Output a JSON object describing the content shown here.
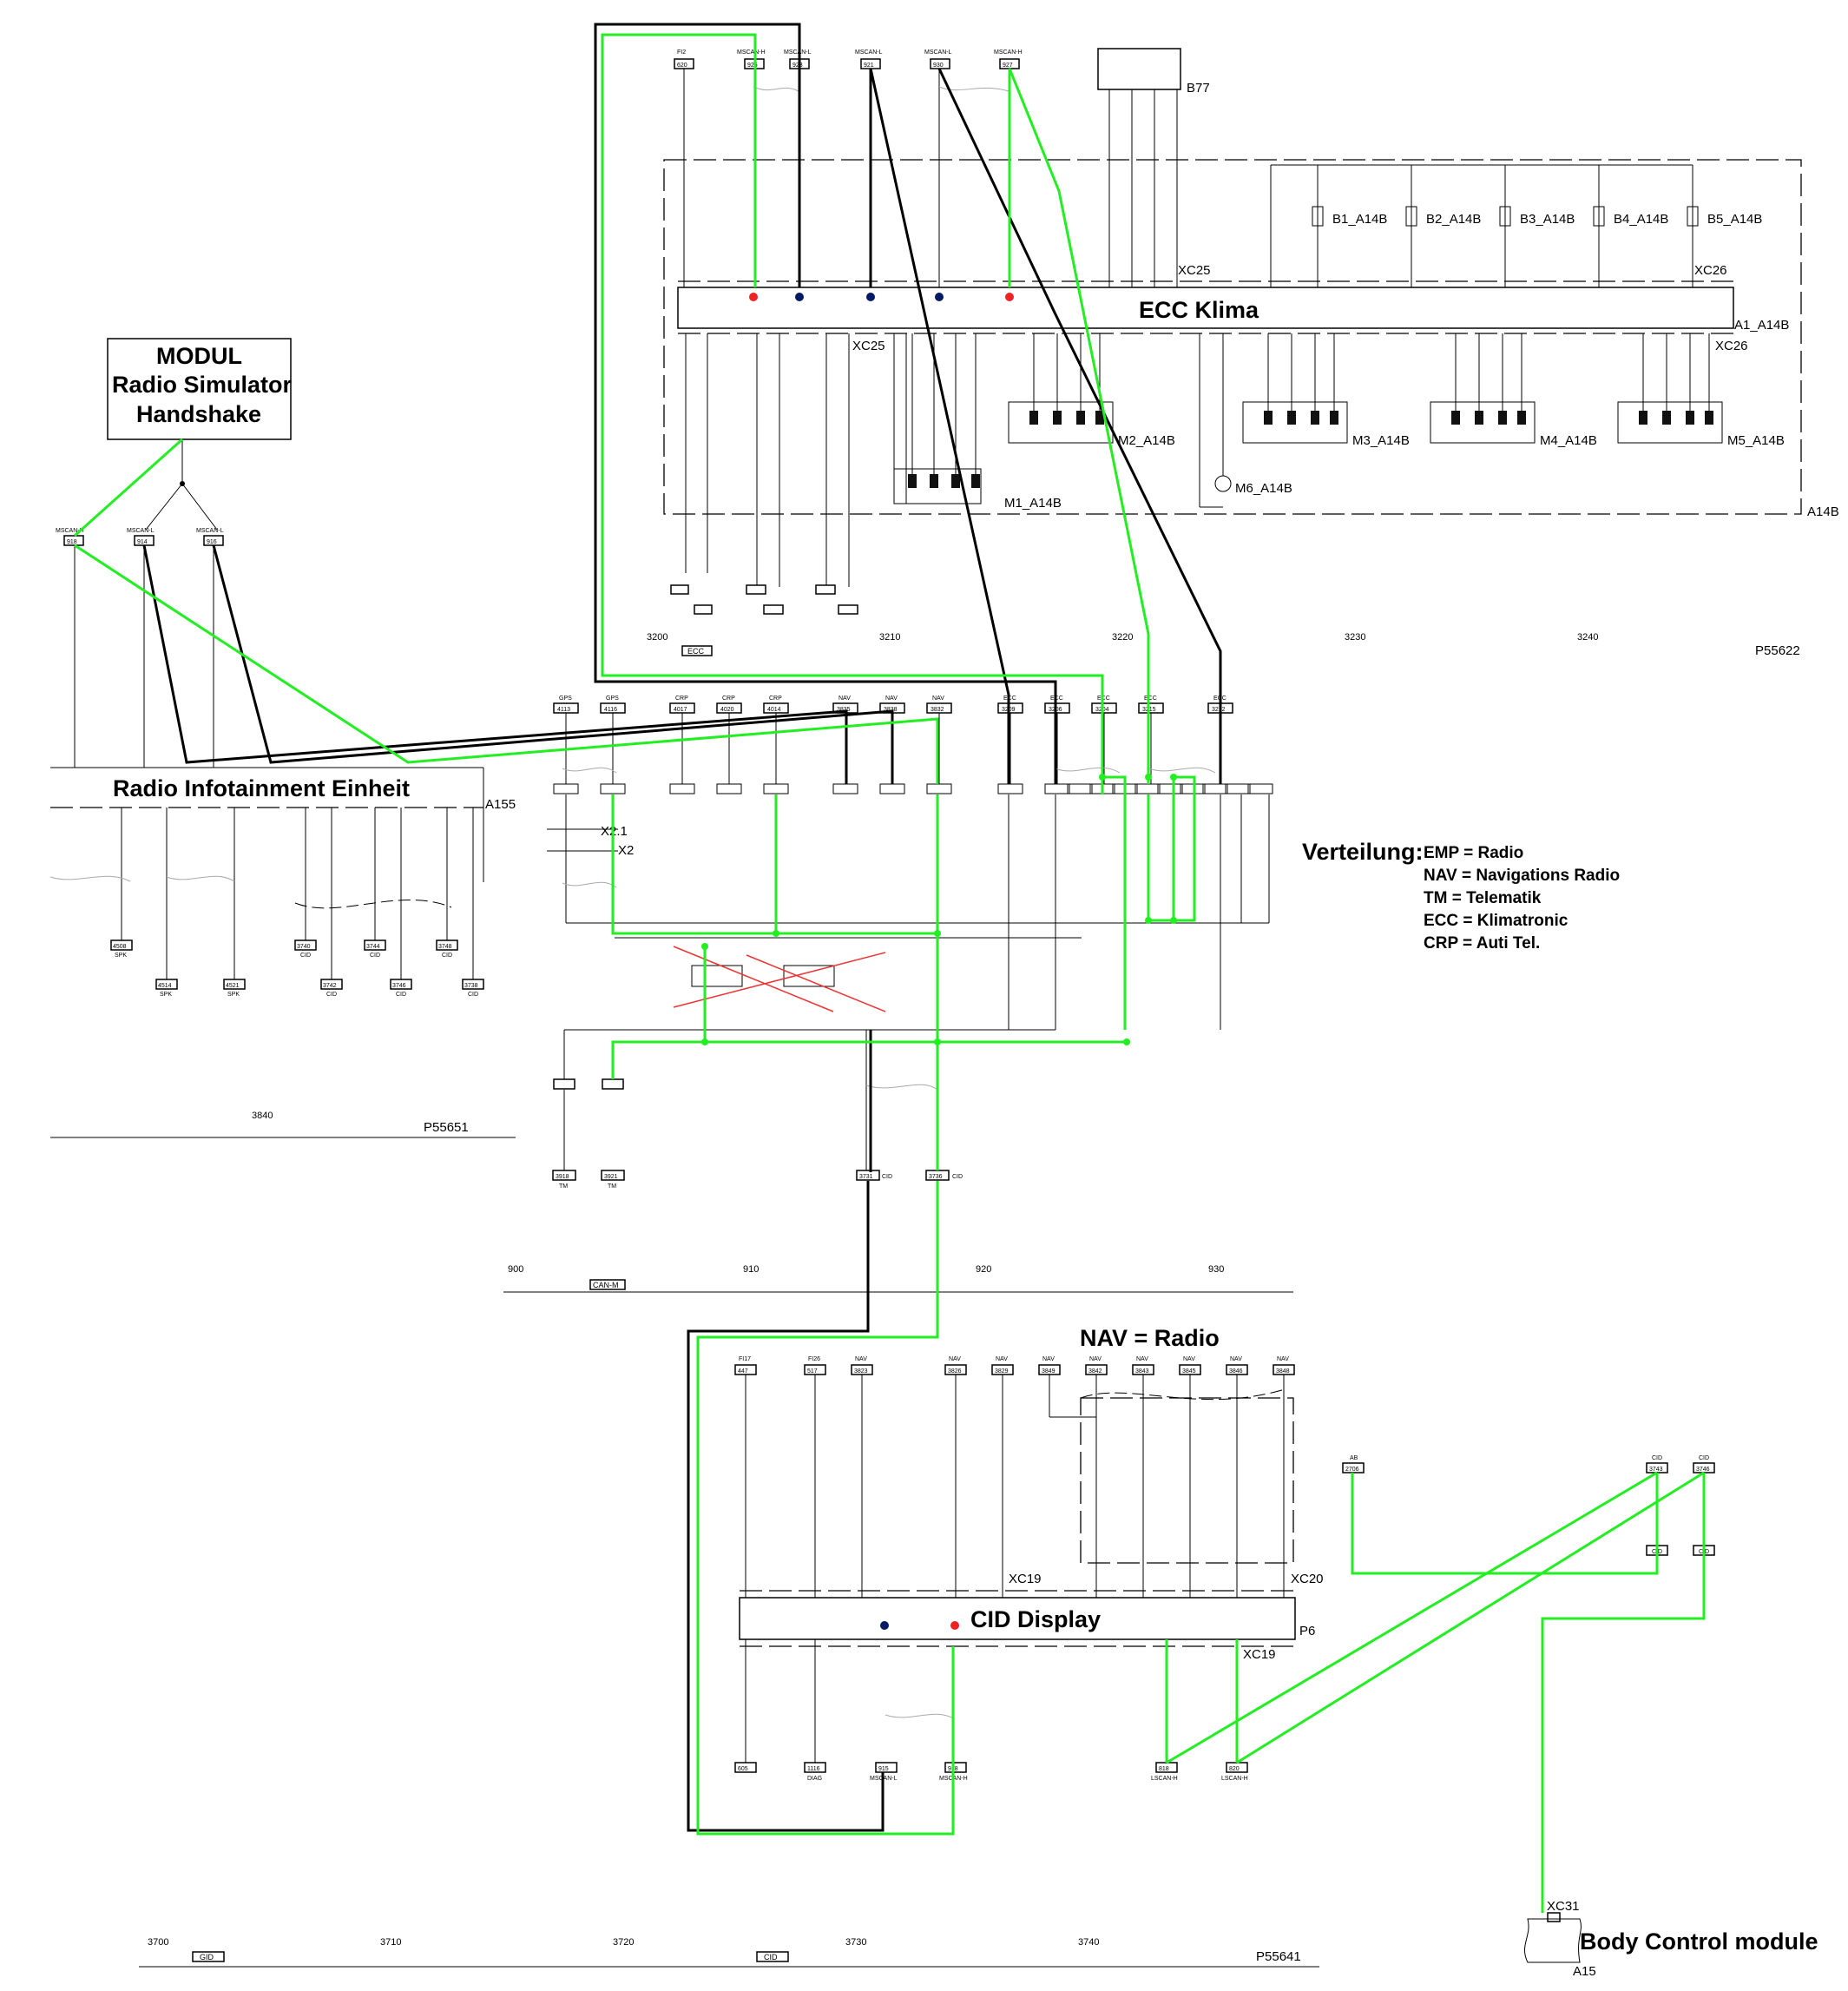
{
  "blocks": {
    "modul_line1": "MODUL",
    "modul_line2": "Radio Simulator",
    "modul_line3": "Handshake",
    "ecc": "ECC Klima",
    "radio": "Radio Infotainment Einheit",
    "nav_radio": "NAV = Radio",
    "cid": "CID Display",
    "bcm": "Body Control module"
  },
  "legend": {
    "title": "Verteilung:",
    "items": [
      "EMP = Radio",
      "NAV = Navigations Radio",
      "TM = Telematik",
      "ECC = Klimatronic",
      "CRP = Auti Tel."
    ]
  },
  "refs": {
    "a14b": "A14B",
    "a1_a14b": "A1_A14B",
    "b77": "B77",
    "xc25": "XC25",
    "xc26": "XC26",
    "a155": "A155",
    "p6": "P6",
    "xc19": "XC19",
    "xc20": "XC20",
    "xc31": "XC31",
    "a15": "A15",
    "x2_1": "X2.1",
    "x2": "X2"
  },
  "sensors": [
    "B1_A14B",
    "B2_A14B",
    "B3_A14B",
    "B4_A14B",
    "B5_A14B"
  ],
  "motors": [
    "M1_A14B",
    "M2_A14B",
    "M3_A14B",
    "M4_A14B",
    "M5_A14B",
    "M6_A14B"
  ],
  "connectors_top": [
    {
      "label": "FI2",
      "num": "620"
    },
    {
      "label": "MSCAN-H",
      "num": "926"
    },
    {
      "label": "MSCAN-L",
      "num": "923"
    },
    {
      "label": "MSCAN-L",
      "num": "921"
    },
    {
      "label": "MSCAN-L",
      "num": "930"
    },
    {
      "label": "MSCAN-H",
      "num": "927"
    }
  ],
  "connectors_modul": [
    {
      "label": "MSCAN-H",
      "num": "918"
    },
    {
      "label": "MSCAN-L",
      "num": "914"
    },
    {
      "label": "MSCAN-L",
      "num": "916"
    }
  ],
  "connectors_mid": [
    {
      "label": "GPS",
      "num": "4113"
    },
    {
      "label": "GPS",
      "num": "4116"
    },
    {
      "label": "CRP",
      "num": "4017"
    },
    {
      "label": "CRP",
      "num": "4020"
    },
    {
      "label": "CRP",
      "num": "4014"
    },
    {
      "label": "NAV",
      "num": "3835"
    },
    {
      "label": "NAV",
      "num": "3838"
    },
    {
      "label": "NAV",
      "num": "3832"
    },
    {
      "label": "ECC",
      "num": "3209"
    },
    {
      "label": "ECC",
      "num": "3206"
    },
    {
      "label": "ECC",
      "num": "3204"
    },
    {
      "label": "ECC",
      "num": "3215"
    },
    {
      "label": "ECC",
      "num": "3212"
    }
  ],
  "connectors_cid_top": [
    {
      "label": "FI17",
      "num": "447"
    },
    {
      "label": "FI26",
      "num": "517"
    },
    {
      "label": "NAV",
      "num": "3823"
    },
    {
      "label": "NAV",
      "num": "3826"
    },
    {
      "label": "NAV",
      "num": "3829"
    },
    {
      "label": "NAV",
      "num": "3849"
    },
    {
      "label": "NAV",
      "num": "3842"
    },
    {
      "label": "NAV",
      "num": "3843"
    },
    {
      "label": "NAV",
      "num": "3845"
    },
    {
      "label": "NAV",
      "num": "3846"
    },
    {
      "label": "NAV",
      "num": "3848"
    }
  ],
  "connectors_cid_bottom": [
    {
      "label": "",
      "num": "605"
    },
    {
      "label": "DIAG",
      "num": "1116"
    },
    {
      "label": "MSCAN-L",
      "num": "915"
    },
    {
      "label": "MSCAN-H",
      "num": "918"
    },
    {
      "label": "LSCAN-H",
      "num": "818"
    },
    {
      "label": "LSCAN-H",
      "num": "820"
    }
  ],
  "connectors_bcm": [
    {
      "label": "AB",
      "num": "2706"
    },
    {
      "label": "CID",
      "num": "3743"
    },
    {
      "label": "CID",
      "num": "3746"
    }
  ],
  "radio_bottom": [
    {
      "label": "SPK",
      "num": "4508"
    },
    {
      "label": "SPK",
      "num": "4514"
    },
    {
      "label": "SPK",
      "num": "4521"
    },
    {
      "label": "CID",
      "num": "3740"
    },
    {
      "label": "CID",
      "num": "3742"
    },
    {
      "label": "CID",
      "num": "3744"
    },
    {
      "label": "CID",
      "num": "3746"
    },
    {
      "label": "CID",
      "num": "3748"
    },
    {
      "label": "CID",
      "num": "3738"
    }
  ],
  "tm_connectors": [
    {
      "label": "TM",
      "num": "3918"
    },
    {
      "label": "TM",
      "num": "3921"
    },
    {
      "label": "CID",
      "num": "3731"
    },
    {
      "label": "CID",
      "num": "3736"
    }
  ],
  "sheets": {
    "p55622": "P55622",
    "p55651": "P55651",
    "p55641": "P55641",
    "scale_3200": "3200",
    "scale_3210": "3210",
    "scale_3220": "3220",
    "scale_3230": "3230",
    "scale_3240": "3240",
    "scale_3840": "3840",
    "scale_900": "900",
    "scale_910": "910",
    "scale_920": "920",
    "scale_930": "930",
    "scale_3700": "3700",
    "scale_3710": "3710",
    "scale_3720": "3720",
    "scale_3730": "3730",
    "scale_3740": "3740",
    "tag_ecc": "ECC",
    "tag_canm": "CAN-M",
    "tag_gid": "GID",
    "tag_cid": "CID"
  }
}
